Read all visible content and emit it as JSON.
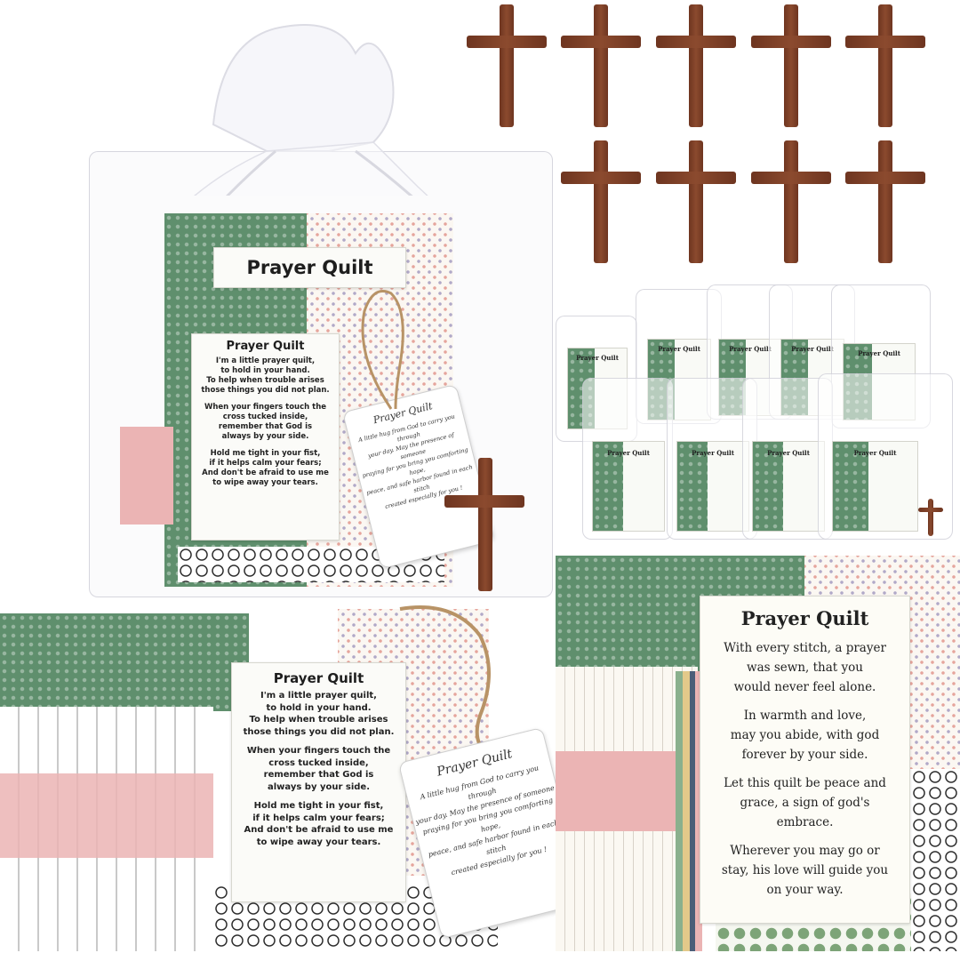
{
  "product": {
    "card_title": "Prayer Quilt",
    "quilt_poem": [
      "I'm a little prayer quilt,",
      "to hold in your hand.",
      "To help when trouble arises",
      "those things you did not plan.",
      "When your fingers touch the",
      "cross tucked inside,",
      "remember that God is",
      "always by your side.",
      "Hold me tight in your fist,",
      "if it helps calm your fears;",
      "And don't be afraid to use me",
      "to wipe away your tears."
    ],
    "tag_title": "Prayer Quilt",
    "tag_text": [
      "A little hug from God to carry you through",
      "your day. May the presence of someone",
      "praying for you bring you comforting hope,",
      "peace, and safe harbor found in each stitch",
      "created especially for you !"
    ],
    "card_poem": [
      "With every stitch, a prayer",
      "was sewn, that you",
      "would never feel alone.",
      "In warmth and love,",
      "may you abide, with god",
      "forever by your side.",
      "Let this quilt be peace and",
      "grace, a sign of god's",
      "embrace.",
      "Wherever you may go or",
      "stay, his love will guide you",
      "on your way."
    ]
  },
  "colors": {
    "cross_wood": "#7a3d24",
    "quilt_green": "#5f8f6d",
    "stripe_pink": "#ebb4b4"
  },
  "icons": {
    "cross": "wooden-cross-icon",
    "bag": "organza-bag-icon"
  }
}
